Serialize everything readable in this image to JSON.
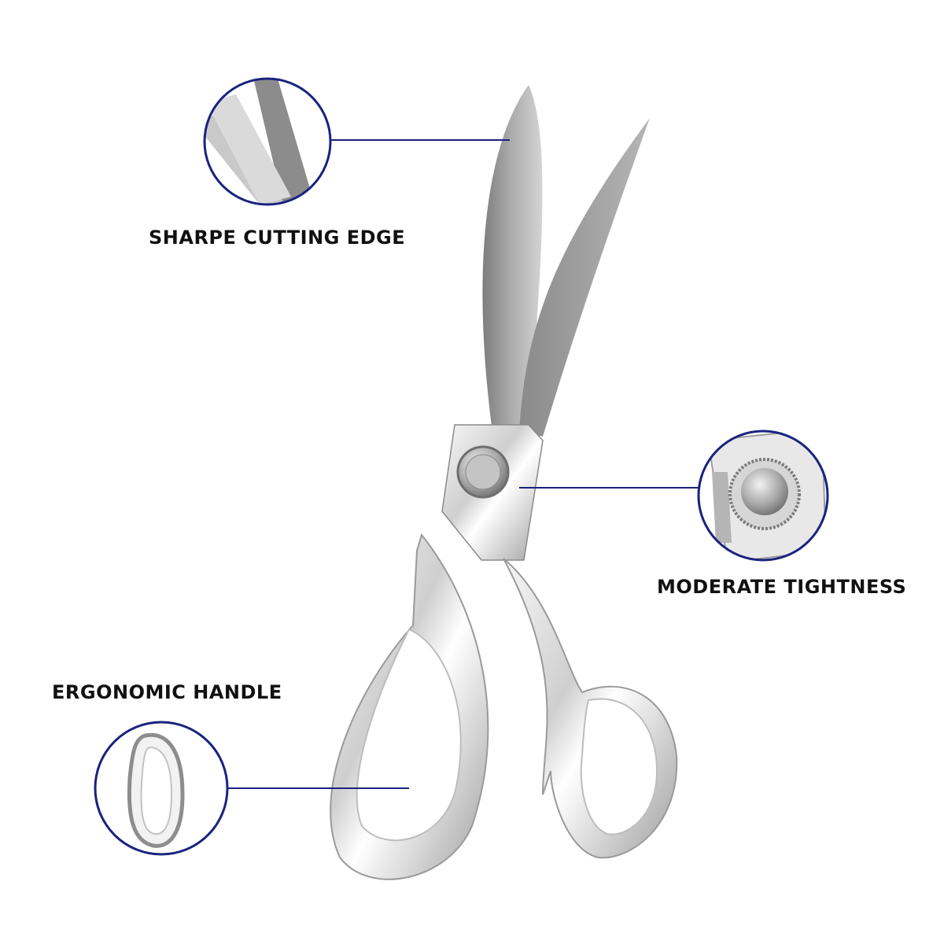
{
  "callouts": {
    "cutting_edge": {
      "label": "SHARPE CUTTING EDGE"
    },
    "tightness": {
      "label": "MODERATE TIGHTNESS"
    },
    "handle": {
      "label": "ERGONOMIC HANDLE"
    }
  },
  "colors": {
    "accent_line": "#1a237e",
    "blade_dark": "#8f8f8f",
    "blade_light": "#bdbdbd",
    "chrome": "#e0e0e0",
    "label_text": "#111111"
  }
}
